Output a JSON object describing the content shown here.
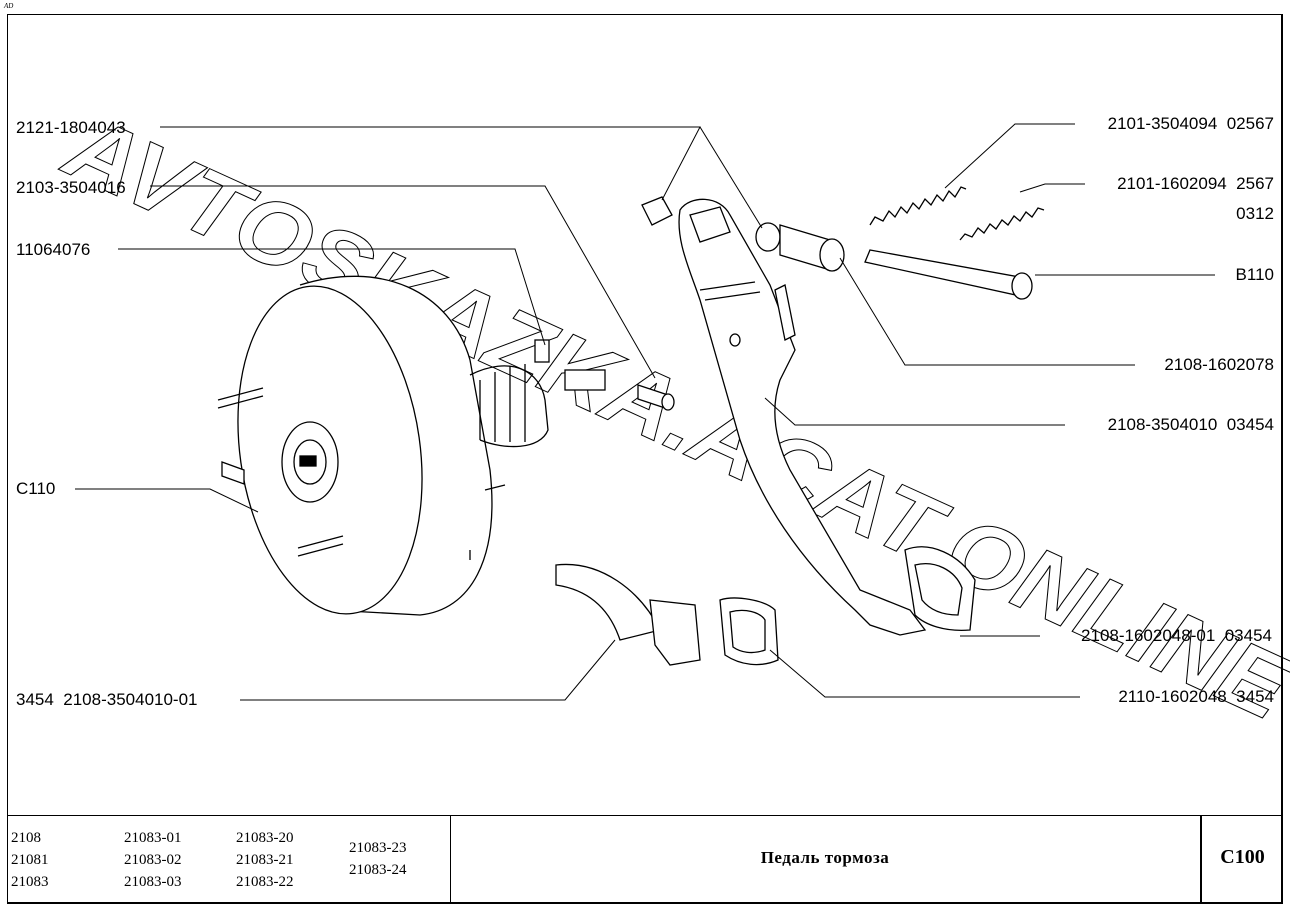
{
  "corner_mark": "AD",
  "watermark": "AVTOSKAZKA.ACAT.ONLINE",
  "callouts_left": [
    {
      "text": "2121-1804043"
    },
    {
      "text": "2103-3504016"
    },
    {
      "text": "11064076"
    },
    {
      "text": "C110"
    },
    {
      "text": "3454  2108-3504010-01"
    }
  ],
  "callouts_right": [
    {
      "text": "2101-3504094  02567"
    },
    {
      "text": "2101-1602094  2567"
    },
    {
      "text": "0312"
    },
    {
      "text": "B110"
    },
    {
      "text": "2108-1602078"
    },
    {
      "text": "2108-3504010  03454"
    },
    {
      "text": "2108-1602048-01  03454"
    },
    {
      "text": "2110-1602048  3454"
    }
  ],
  "title_block": {
    "models": [
      [
        "2108",
        "21081",
        "21083"
      ],
      [
        "21083-01",
        "21083-02",
        "21083-03"
      ],
      [
        "21083-20",
        "21083-21",
        "21083-22"
      ],
      [
        "21083-23",
        "21083-24"
      ]
    ],
    "title": "Педаль тормоза",
    "code": "C100"
  }
}
